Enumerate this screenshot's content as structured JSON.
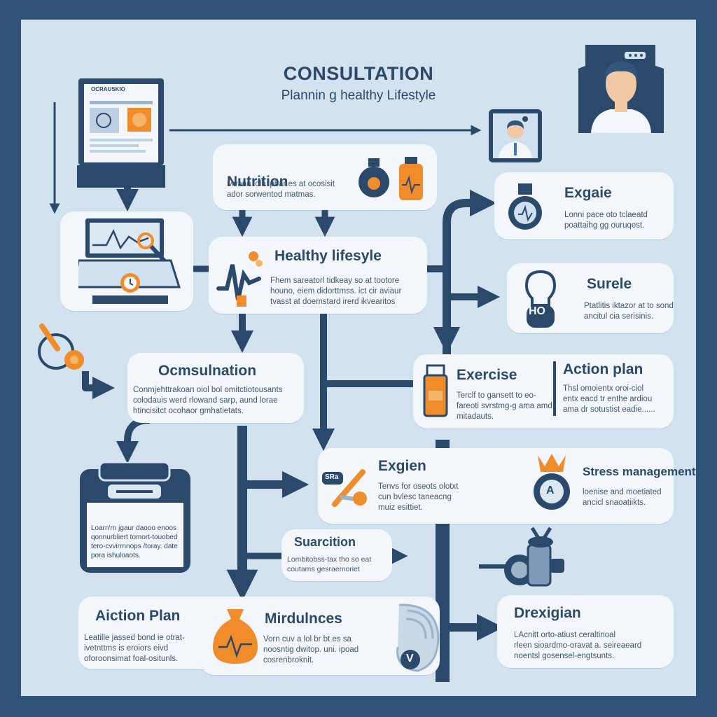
{
  "header": {
    "title": "CONSULTATION",
    "subtitle": "Plannin g healthy Lifestyle"
  },
  "screen_label": "OCRAUSKIO",
  "cards": {
    "nutrition": {
      "title": "Nutrition",
      "body": [
        "Mvann iolh ipbar es at ocosisit",
        "ador sorwentod matmas."
      ]
    },
    "healthy": {
      "title": "Healthy lifesyle",
      "body": [
        "Fhem sareatorl tidkeay so at tootore",
        "houno, eiem didorttmss. ict cir aviaur",
        "tvasst at doemstard irerd ikvearitos"
      ]
    },
    "exgaie": {
      "title": "Exgaie",
      "body": [
        "Lonni pace oto tclaeatd",
        "poattaihg gg ouruqest."
      ]
    },
    "surele": {
      "title": "Surele",
      "body": [
        "Ptatlitis iktazor at to sond",
        "ancitul cia serisinis."
      ]
    },
    "ocmsulnation": {
      "title": "Ocmsulnation",
      "body": [
        "Conmjehttrakoan oiol bol omitctiotousants",
        "colodauis werd rlowand sarp, aund lorae",
        "htincisitct ocohaor gmhatietats."
      ]
    },
    "exercise": {
      "title": "Exercise",
      "body": [
        "Terclf to gansett to eo-",
        "fareoti svrstmg-g ama amd",
        "mitadauts."
      ]
    },
    "action_plan_r": {
      "title": "Action plan",
      "body": [
        "Thsl omoientx oroi-ciol",
        "entx eacd tr enthe ardiou",
        "ama dr sotustist eadie......"
      ]
    },
    "exgien": {
      "title": "Exgien",
      "body": [
        "Tenvs for oseots olotxt",
        "cun bvlesc taneacng",
        "muiz esittiet."
      ]
    },
    "stress": {
      "title": "Stress management",
      "body": [
        "loenise and moetiated",
        "ancicl snaoatiikts."
      ]
    },
    "suarition": {
      "title": "Suarcition",
      "body": [
        "Lombitobss-tax tho so eat",
        "coutams gesraemoriet"
      ]
    },
    "action_plan_b": {
      "title": "Aiction Plan",
      "body": [
        "Leatille jassed bond ie otrat-",
        "ivetnttms is eroiors eivd",
        "oforoonsimat foal-ositunls."
      ]
    },
    "mindulnces": {
      "title": "Mirdulnces",
      "body": [
        "Vorn cuv a lol br bt es sa",
        "noosntig dwitop. uni. ipoad",
        "cosrenbroknit."
      ]
    },
    "drexigian": {
      "title": "Drexigian",
      "body": [
        "LAcnitt orto-atiust ceraltinoal",
        "rleen sioardmo-oravat a. seireaeard",
        "noentsl gosensel-engtsunts."
      ]
    }
  },
  "icon_labels": {
    "surele_bulb": "HO",
    "pill_badge": "SRa",
    "mind_badge": "V",
    "stress_badge": "A"
  },
  "colors": {
    "background": "#2f5478",
    "panel": "#d2e2ee",
    "card": "#f3f7fb",
    "navy": "#2b4a6b",
    "accent": "#f08c2a"
  }
}
